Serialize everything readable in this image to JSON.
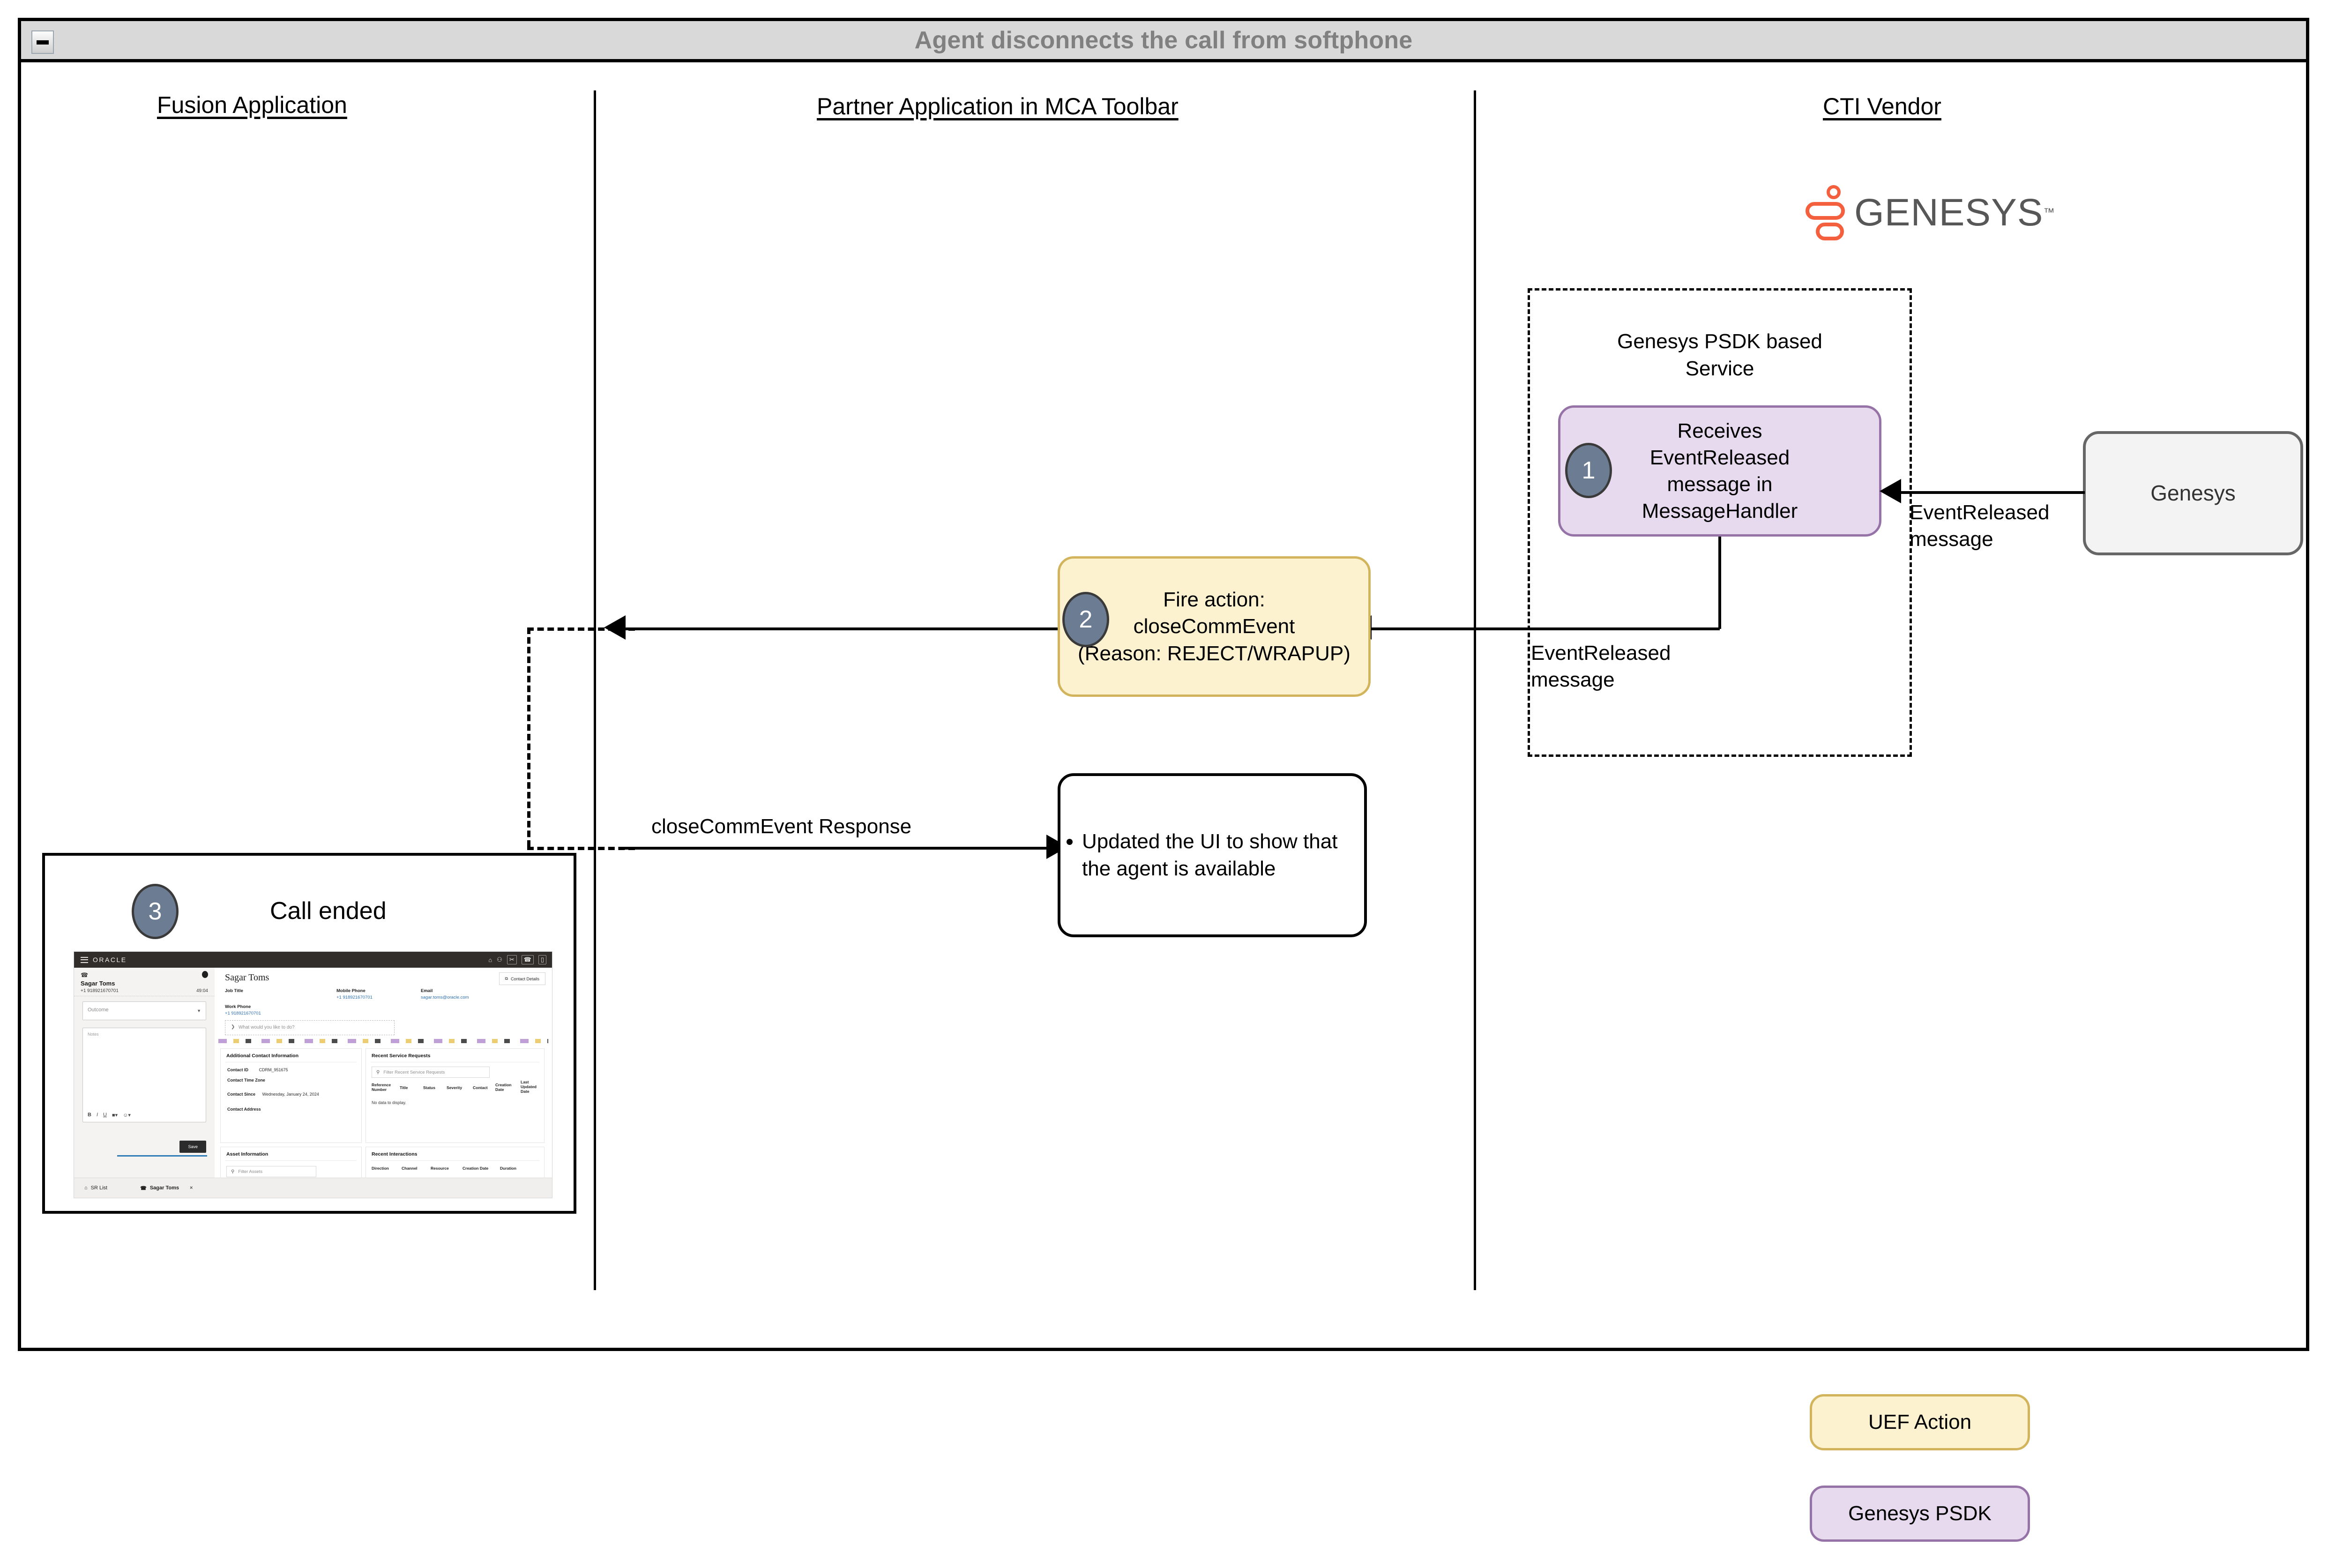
{
  "frame": {
    "title": "Agent disconnects the call from softphone",
    "collapse_icon": "minimize-icon"
  },
  "columns": [
    {
      "label": "Fusion Application"
    },
    {
      "label": "Partner Application in MCA Toolbar"
    },
    {
      "label": "CTI Vendor"
    }
  ],
  "logo": {
    "wordmark": "GENESYS",
    "trademark": "™",
    "mark_color": "#f4603e",
    "word_color": "#575757"
  },
  "psdk_container": {
    "label_line1": "Genesys PSDK based",
    "label_line2": "Service"
  },
  "nodes": {
    "receives_event": {
      "badge": "1",
      "line1": "Receives",
      "line2": "EventReleased",
      "line3": "message in",
      "line4": "MessageHandler",
      "fill": "#e7daef",
      "stroke": "#9673a6"
    },
    "fire_action": {
      "badge": "2",
      "line1": "Fire action:",
      "line2": "closeCommEvent",
      "line3": "(Reason: REJECT/WRAPUP)",
      "fill": "#fcf2cf",
      "stroke": "#d1b45b"
    },
    "updated_ui": {
      "bullet1": "Updated the UI to show that the agent is available",
      "fill": "#ffffff",
      "stroke": "#000000"
    },
    "genesys_vendor": {
      "label": "Genesys",
      "fill": "#f3f3f3",
      "stroke": "#666666"
    }
  },
  "edges": {
    "vendor_to_psdk": {
      "line1": "EventReleased",
      "line2": "message"
    },
    "psdk_to_partner": {
      "line1": "EventReleased",
      "line2": "message"
    },
    "close_response": {
      "label": "closeCommEvent Response"
    }
  },
  "call_ended_panel": {
    "badge": "3",
    "title": "Call ended"
  },
  "screenshot": {
    "app_name": "ORACLE",
    "topbar_icons": [
      "home-icon",
      "notification-icon",
      "scissors-icon",
      "phone-icon",
      "device-icon"
    ],
    "call_panel": {
      "contact_name": "Sagar Toms",
      "phone": "+1 918921670701",
      "timer": "49:04",
      "outcome_placeholder": "Outcome",
      "notes_placeholder": "Notes",
      "format_icons": [
        "bold-icon",
        "italic-icon",
        "underline-icon",
        "text-color-icon",
        "emoji-icon"
      ],
      "save_label": "Save"
    },
    "tabs": [
      {
        "label": "SR List",
        "icon": "home-icon"
      },
      {
        "label": "Sagar Toms",
        "icon": "phone-icon",
        "close": "×"
      }
    ],
    "detail": {
      "name": "Sagar Toms",
      "contact_details_button": "Contact Details",
      "fields": [
        {
          "label": "Job Title",
          "value": ""
        },
        {
          "label": "Mobile Phone",
          "value": "+1 918921670701"
        },
        {
          "label": "Email",
          "value": "sagar.toms@oracle.com"
        },
        {
          "label": "Work Phone",
          "value": "+1 918921670701"
        }
      ],
      "ask_placeholder": "What would you like to do?",
      "additional_contact": {
        "heading": "Additional Contact Information",
        "rows": [
          {
            "k": "Contact ID",
            "v": "CDRM_951675"
          },
          {
            "k": "Contact Time Zone",
            "v": ""
          },
          {
            "k": "Contact Since",
            "v": "Wednesday, January 24, 2024"
          },
          {
            "k": "Contact Address",
            "v": ""
          }
        ]
      },
      "recent_service_requests": {
        "heading": "Recent Service Requests",
        "filter_placeholder": "Filter Recent Service Requests",
        "columns": [
          "Reference Number",
          "Title",
          "Status",
          "Severity",
          "Contact",
          "Creation Date",
          "Last Updated Date"
        ],
        "empty": "No data to display."
      },
      "asset_information": {
        "heading": "Asset Information",
        "filter_placeholder": "Filter Assets"
      },
      "recent_interactions": {
        "heading": "Recent Interactions",
        "columns": [
          "Direction",
          "Channel",
          "Resource",
          "Creation Date",
          "Duration"
        ]
      }
    }
  },
  "legend": [
    {
      "label": "UEF Action",
      "fill": "#fcf2cf",
      "stroke": "#d1b45b"
    },
    {
      "label": "Genesys PSDK",
      "fill": "#e7daef",
      "stroke": "#9673a6"
    }
  ]
}
